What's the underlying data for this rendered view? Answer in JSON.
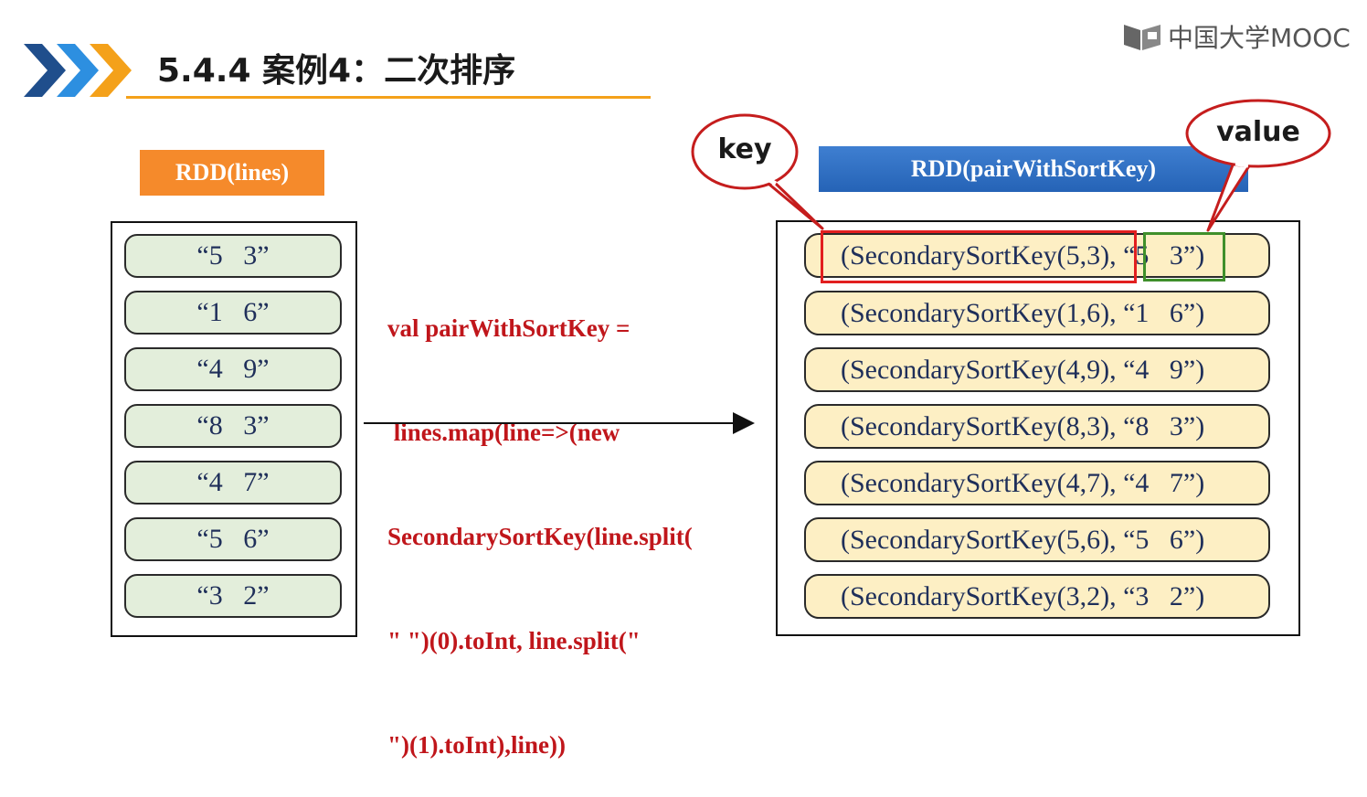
{
  "header": {
    "title": "5.4.4 案例4：二次排序",
    "logo_text": "中国大学MOOC",
    "accent_colors": [
      "#1f4e8c",
      "#2d8fe0",
      "#f4a11a"
    ]
  },
  "left": {
    "label": "RDD(lines)",
    "items": [
      "“5   3”",
      "“1   6”",
      "“4   9”",
      "“8   3”",
      "“4   7”",
      "“5   6”",
      "“3   2”"
    ]
  },
  "code": {
    "lines": [
      "val pairWithSortKey =",
      " lines.map(line=>(new",
      "SecondarySortKey(line.split(",
      "\" \")(0).toInt, line.split(\"",
      "\")(1).toInt),line))"
    ]
  },
  "right": {
    "label": "RDD(pairWithSortKey)",
    "items": [
      "(SecondarySortKey(5,3), “5   3”)",
      "(SecondarySortKey(1,6), “1   6”)",
      "(SecondarySortKey(4,9), “4   9”)",
      "(SecondarySortKey(8,3), “8   3”)",
      "(SecondarySortKey(4,7), “4   7”)",
      "(SecondarySortKey(5,6), “5   6”)",
      "(SecondarySortKey(3,2), “3   2”)"
    ]
  },
  "callouts": {
    "key": "key",
    "value": "value"
  }
}
